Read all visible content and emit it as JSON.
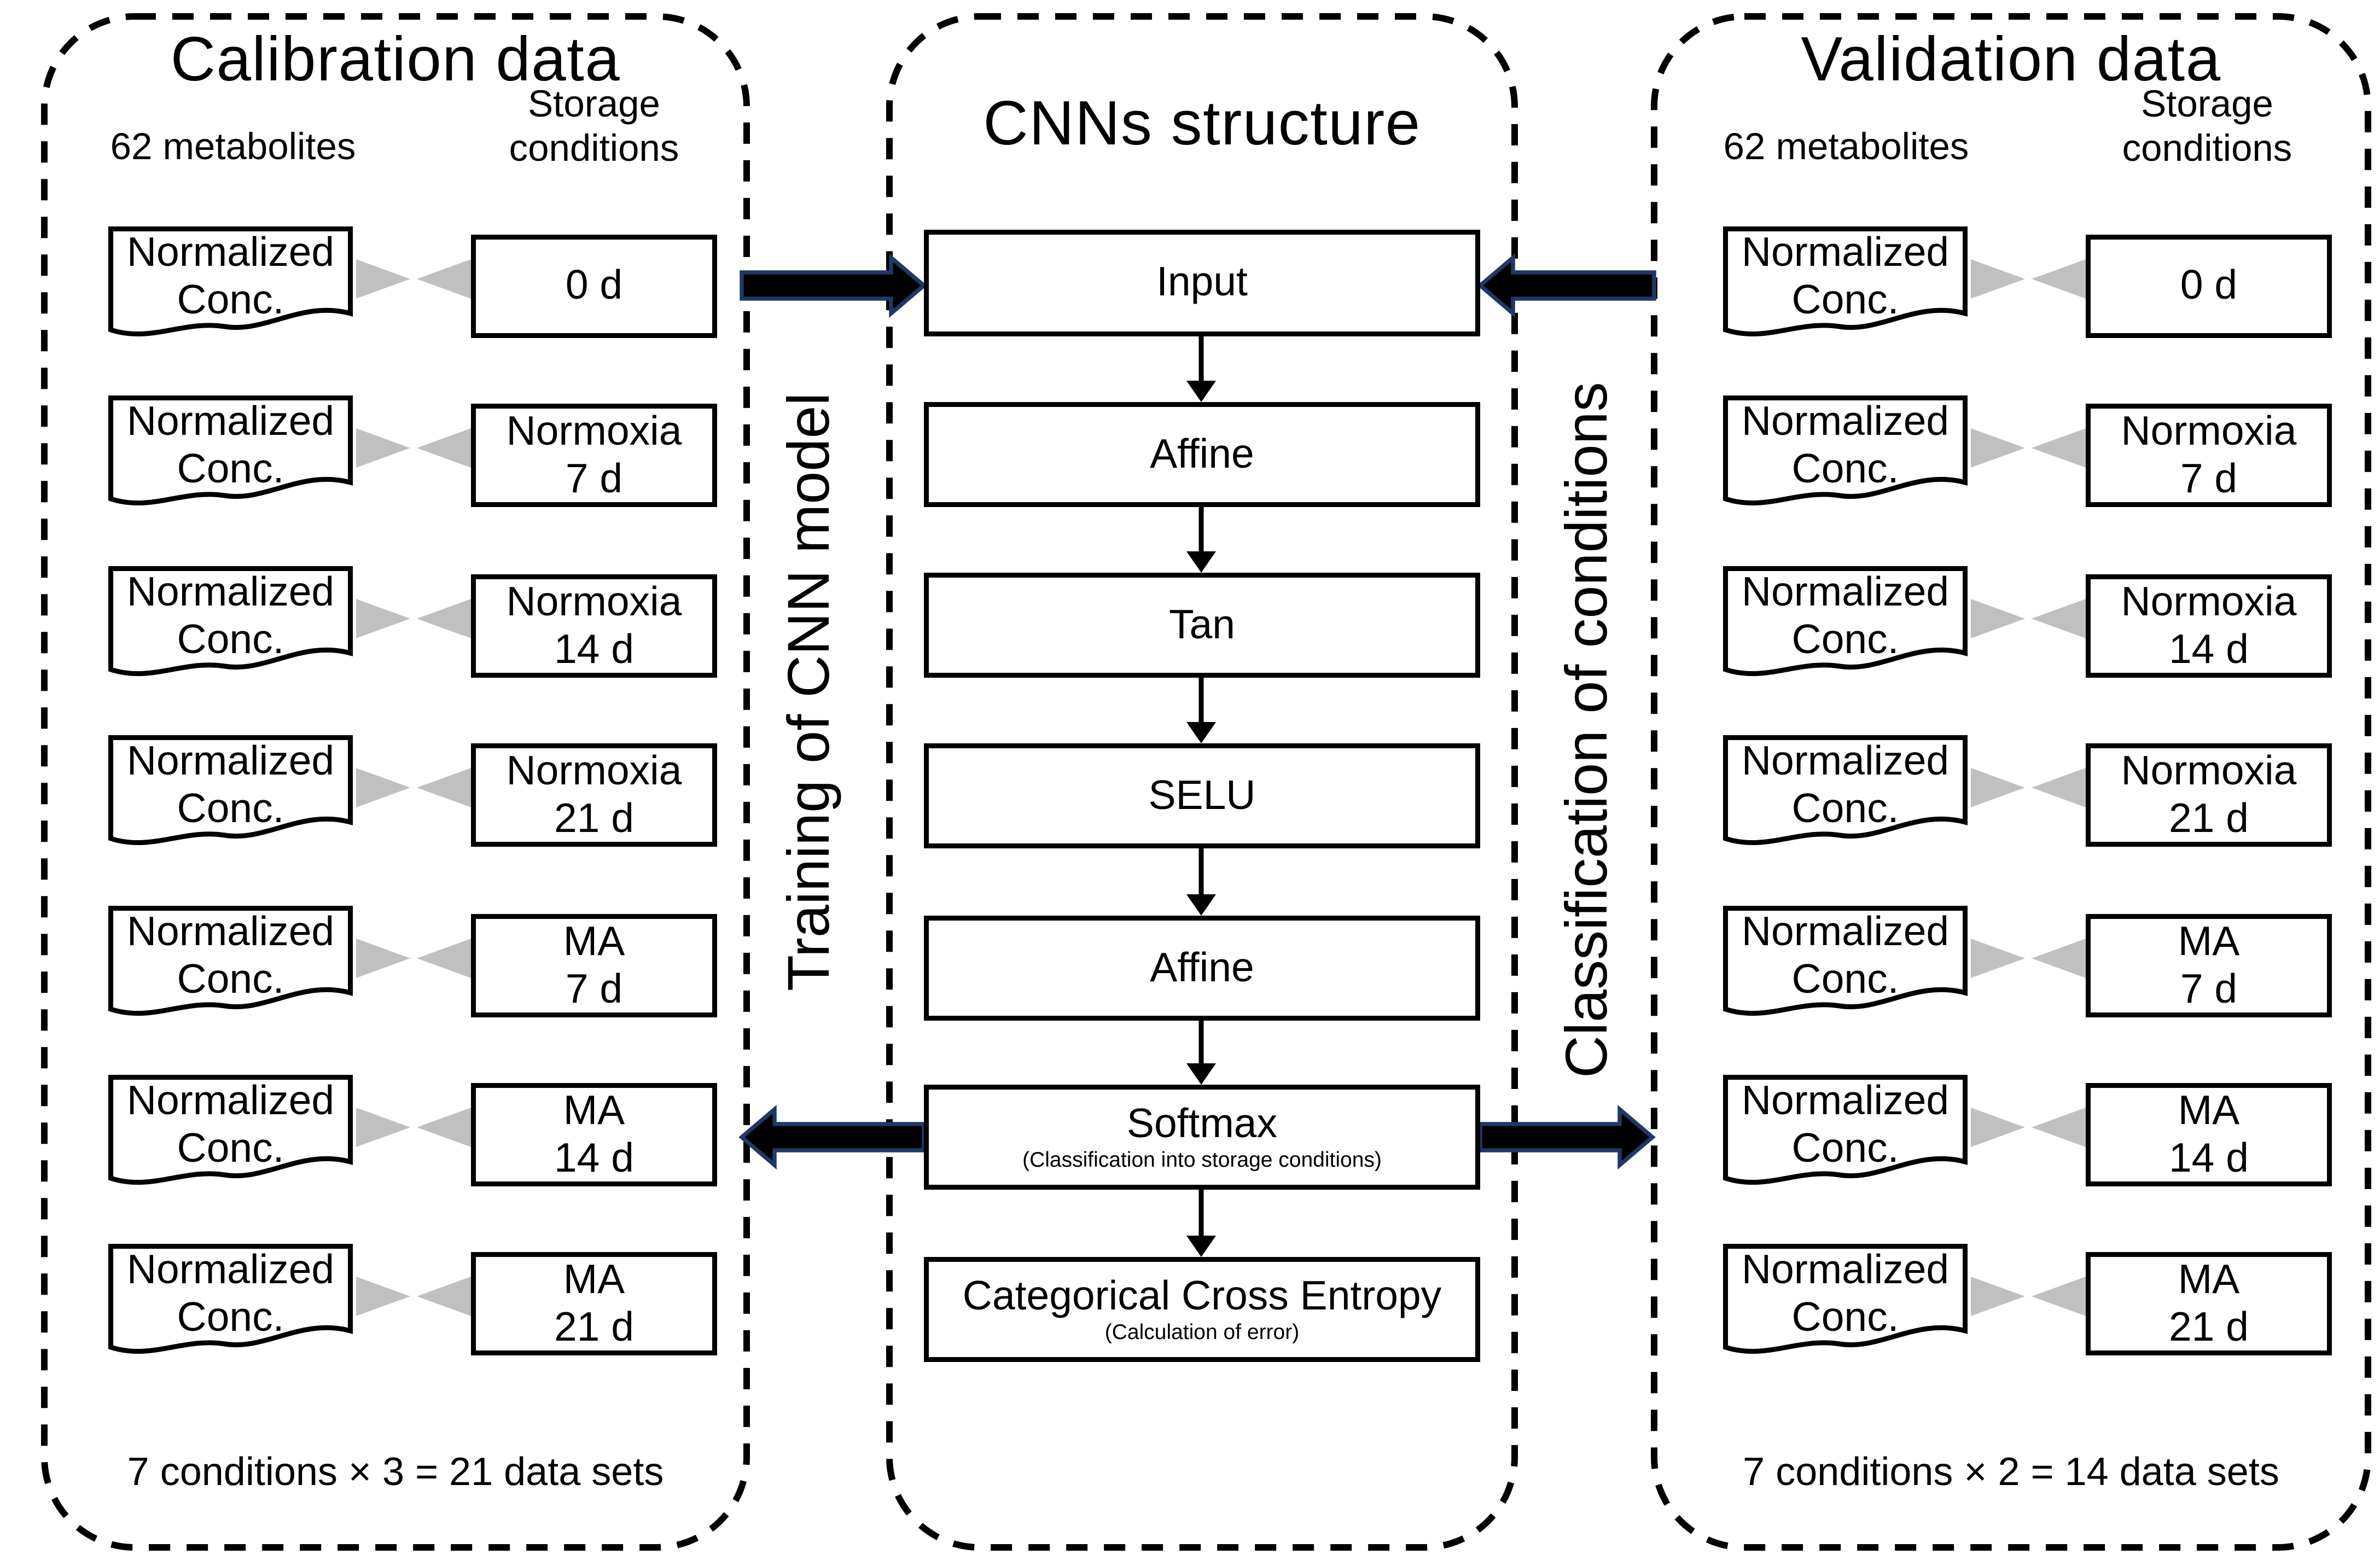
{
  "calibration": {
    "title": "Calibration data",
    "metabolites_header": "62 metabolites",
    "storage_header": "Storage\nconditions",
    "doc_label": "Normalized\nConc.",
    "conditions": [
      "0 d",
      "Normoxia\n7 d",
      "Normoxia\n14 d",
      "Normoxia\n21 d",
      "MA\n7 d",
      "MA\n14 d",
      "MA\n21 d"
    ],
    "footer": "7 conditions × 3 = 21 data sets"
  },
  "cnn": {
    "title": "CNNs structure",
    "layers": [
      {
        "label": "Input"
      },
      {
        "label": "Affine"
      },
      {
        "label": "Tan"
      },
      {
        "label": "SELU"
      },
      {
        "label": "Affine"
      },
      {
        "label": "Softmax",
        "note": "(Classification into storage conditions)"
      },
      {
        "label": "Categorical Cross Entropy",
        "note": "(Calculation of error)"
      }
    ],
    "left_vertical_label": "Training of CNN model",
    "right_vertical_label": "Classification of conditions"
  },
  "validation": {
    "title": "Validation data",
    "metabolites_header": "62 metabolites",
    "storage_header": "Storage\nconditions",
    "doc_label": "Normalized\nConc.",
    "conditions": [
      "0 d",
      "Normoxia\n7 d",
      "Normoxia\n14 d",
      "Normoxia\n21 d",
      "MA\n7 d",
      "MA\n14 d",
      "MA\n21 d"
    ],
    "footer": "7 conditions × 2 = 14 data sets"
  },
  "colors": {
    "ink": "#000000",
    "background": "#ffffff",
    "arrow_fill": "#000000",
    "arrow_outline": "#1f3864",
    "connector_gray": "#c0c0c0"
  }
}
